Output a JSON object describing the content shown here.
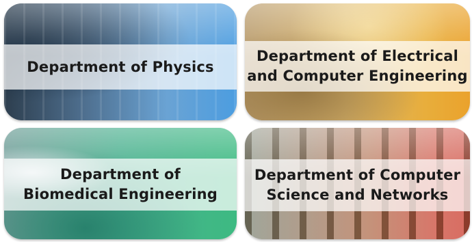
{
  "tiles": [
    {
      "id": "physics",
      "label": "Department of Physics"
    },
    {
      "id": "ece",
      "label": "Department of Electrical\nand Computer Engineering"
    },
    {
      "id": "bme",
      "label": "Department of\nBiomedical Engineering"
    },
    {
      "id": "csn",
      "label": "Department of Computer\nScience and Networks"
    }
  ],
  "colors": {
    "physics": "#4c9de0",
    "ece": "#e8ae3c",
    "bme": "#3dba82",
    "csn": "#e03a30"
  }
}
